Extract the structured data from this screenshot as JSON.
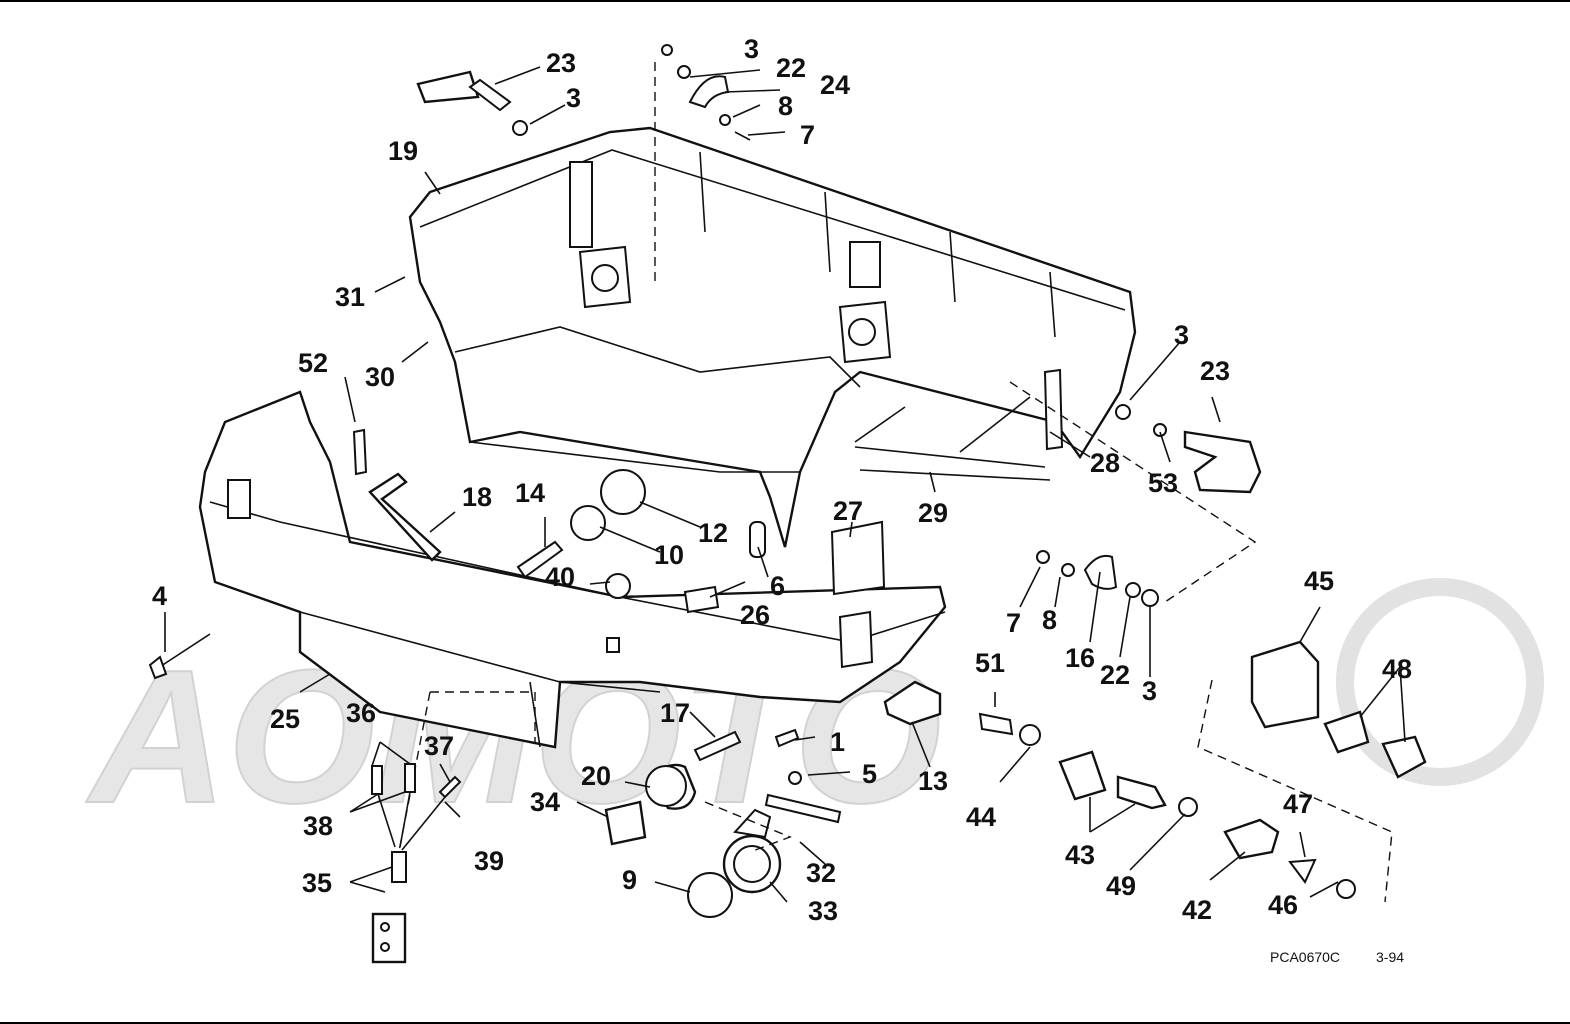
{
  "diagram": {
    "callouts": [
      "23",
      "3",
      "3",
      "22",
      "24",
      "8",
      "7",
      "19",
      "31",
      "30",
      "52",
      "18",
      "14",
      "12",
      "10",
      "40",
      "6",
      "27",
      "26",
      "29",
      "28",
      "53",
      "23",
      "3",
      "4",
      "25",
      "36",
      "37",
      "38",
      "39",
      "35",
      "17",
      "1",
      "5",
      "20",
      "34",
      "9",
      "33",
      "32",
      "13",
      "51",
      "44",
      "7",
      "8",
      "16",
      "22",
      "3",
      "43",
      "49",
      "45",
      "48",
      "42",
      "47",
      "46"
    ],
    "footer_code": "PCA0670C",
    "footer_date": "3-94"
  }
}
